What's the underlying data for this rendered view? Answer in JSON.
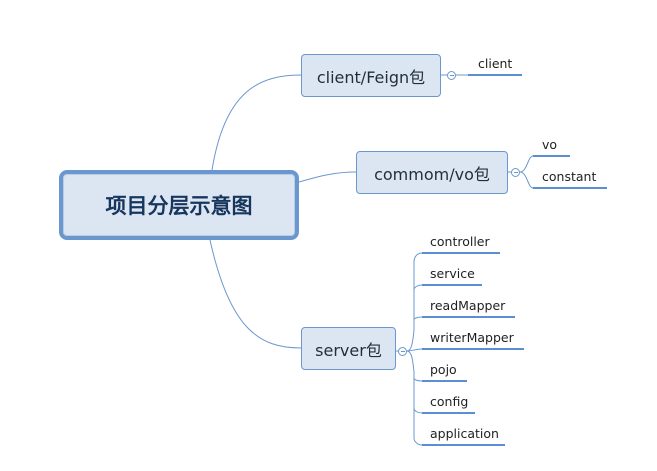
{
  "root": {
    "label": "项目分层示意图"
  },
  "branches": {
    "client": {
      "label": "client/Feign包",
      "children": [
        "client"
      ]
    },
    "common": {
      "label": "commom/vo包",
      "children": [
        "vo",
        "constant"
      ]
    },
    "server": {
      "label": "server包",
      "children": [
        "controller",
        "service",
        "readMapper",
        "writerMapper",
        "pojo",
        "config",
        "application"
      ]
    }
  },
  "colors": {
    "line": "#6a98ce",
    "node_fill": "#dce6f2",
    "underline": "#5b8fd1"
  }
}
